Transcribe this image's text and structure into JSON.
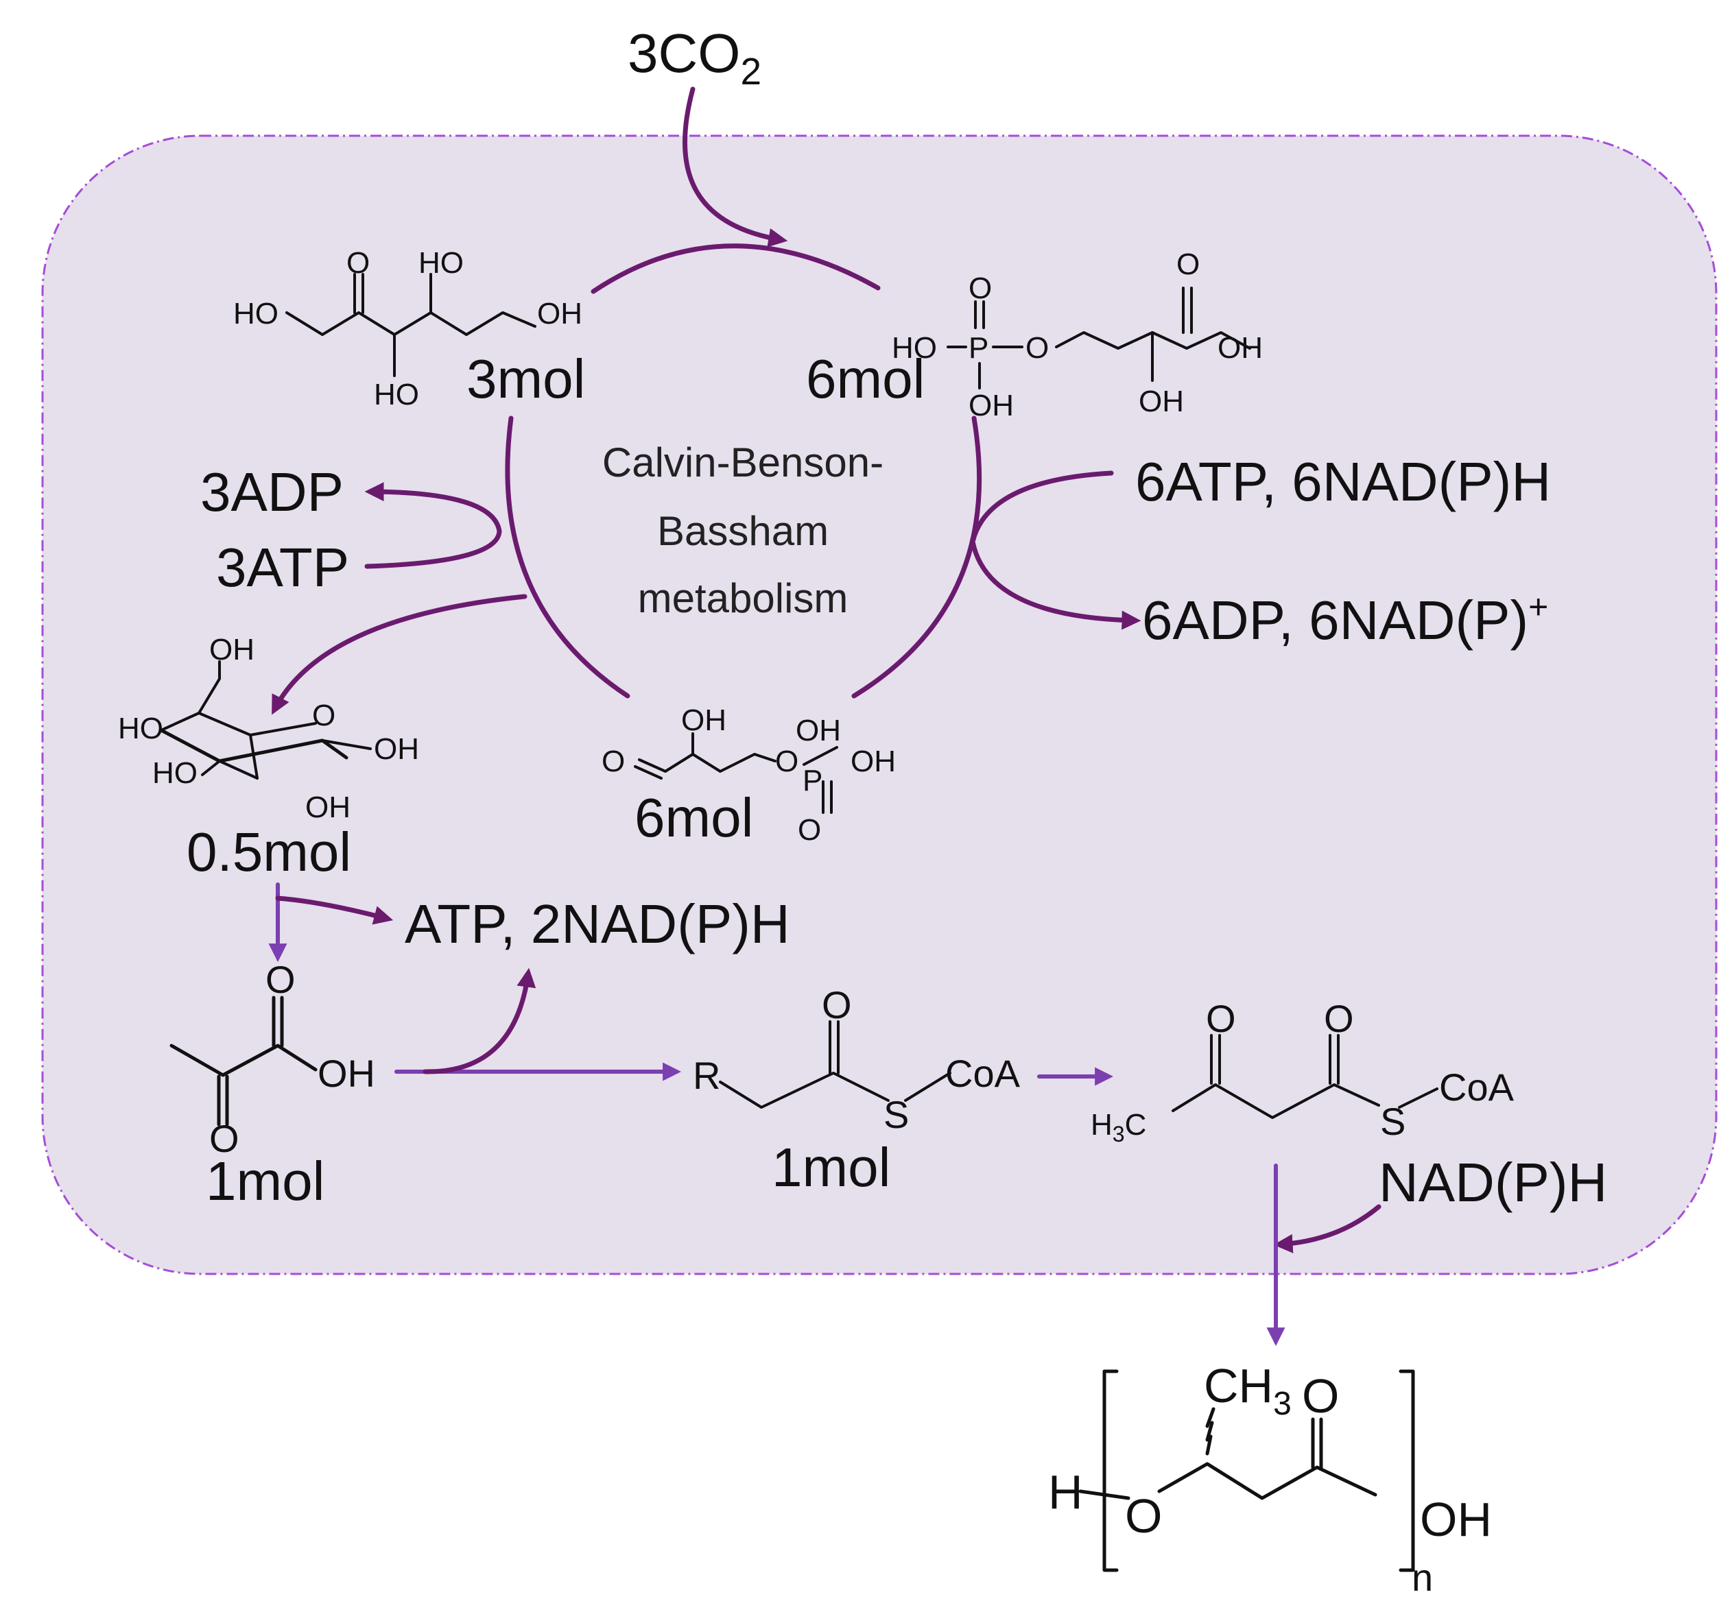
{
  "colors": {
    "cell_fill": "#e6dfec",
    "cell_border": "#a64dd6",
    "arrow_dark": "#6a1b6e",
    "arrow_light": "#7b3fb0"
  },
  "inputs": {
    "co2_main": "3CO",
    "co2_sub": "2"
  },
  "cycle": {
    "line1": "Calvin-Benson-",
    "line2": "Bassham",
    "line3": "metabolism"
  },
  "amounts": {
    "ribulose": "3mol",
    "phosphoglycerate": "6mol",
    "glyceraldehyde_p": "6mol",
    "glucose": "0.5mol",
    "pyruvate": "1mol",
    "acyl_coa": "1mol"
  },
  "cofactors": {
    "adp3": "3ADP",
    "atp3": "3ATP",
    "atp6_nadph6": "6ATP, 6NAD(P)H",
    "adp6_nadp6_main": "6ADP, 6NAD(P)",
    "adp6_nadp6_sup": "+",
    "atp_2nadph": "ATP, 2NAD(P)H",
    "nadph": "NAD(P)H"
  },
  "atoms": {
    "O": "O",
    "OH": "OH",
    "HO": "HO",
    "P": "P",
    "S": "S",
    "R": "R",
    "CoA": "CoA",
    "H": "H",
    "C": "C",
    "CH": "CH",
    "sub3": "3",
    "n": "n"
  },
  "icons": [
    "arrow-icon",
    "dashed-cell-boundary"
  ]
}
